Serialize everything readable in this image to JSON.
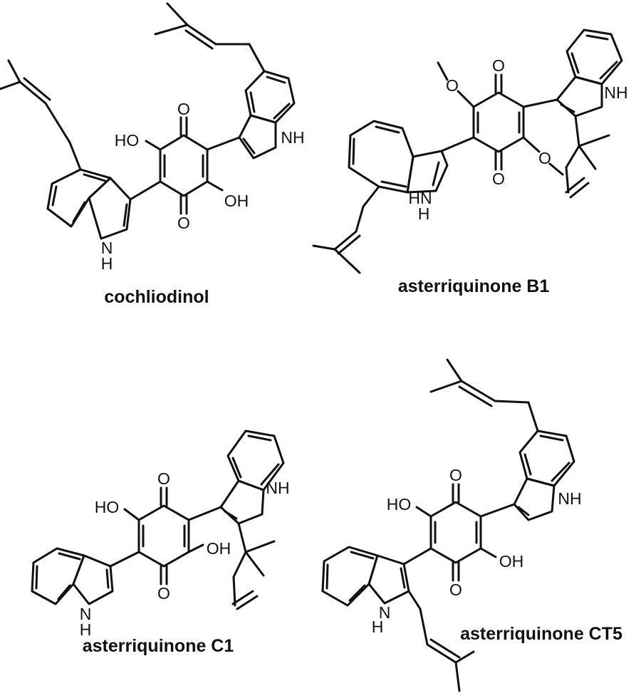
{
  "atoms": {
    "o": "O",
    "oh": "OH",
    "ho": "HO",
    "nh": "NH",
    "n": "N",
    "h": "H",
    "hn": "HN"
  },
  "compounds": [
    {
      "name": "cochliodinol"
    },
    {
      "name": "asterriquinone B1"
    },
    {
      "name": "asterriquinone C1"
    },
    {
      "name": "asterriquinone CT5"
    }
  ]
}
